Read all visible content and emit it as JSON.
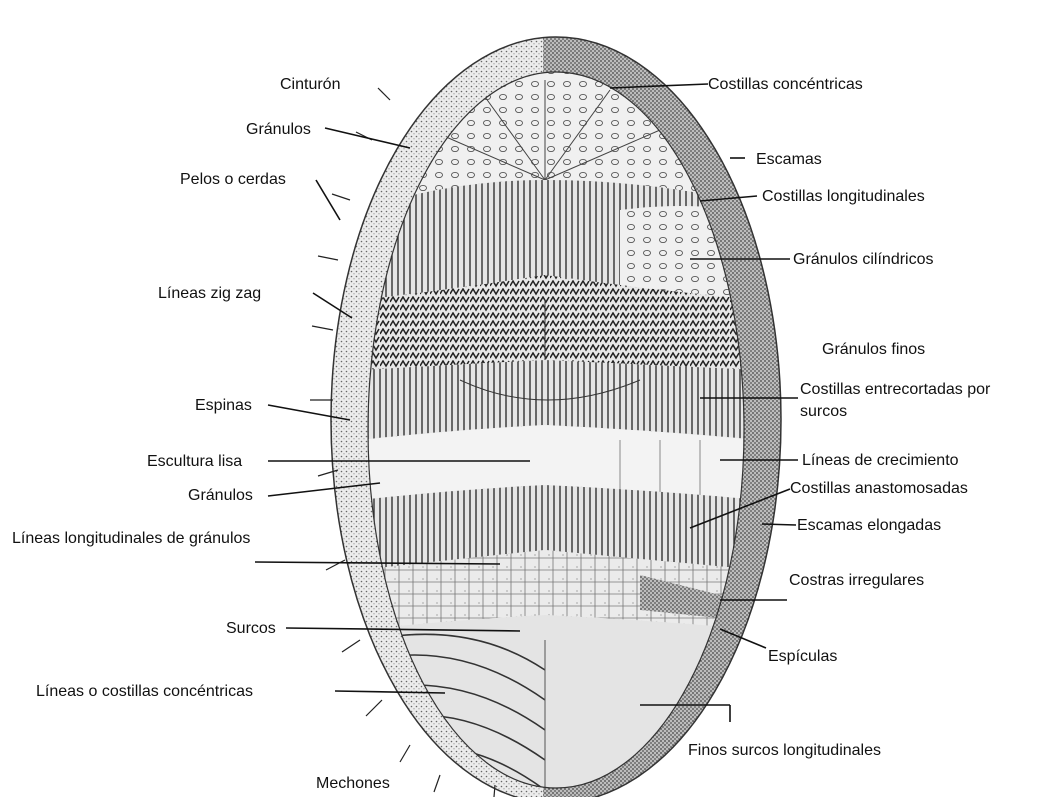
{
  "labels": {
    "cinturon": "Cinturón",
    "granulos_top": "Gránulos",
    "pelos_cerdas": "Pelos o cerdas",
    "lineas_zig_zag": "Líneas zig zag",
    "espinas": "Espinas",
    "escultura_lisa": "Escultura lisa",
    "granulos_mid": "Gránulos",
    "lineas_longitudinales_granulos": "Líneas longitudinales de gránulos",
    "surcos": "Surcos",
    "lineas_costillas_concentricas": "Líneas o costillas concéntricas",
    "mechones": "Mechones",
    "costillas_concentricas": "Costillas concéntricas",
    "escamas": "Escamas",
    "costillas_longitudinales": "Costillas longitudinales",
    "granulos_cilindricos": "Gránulos cilíndricos",
    "granulos_finos": "Gránulos finos",
    "costillas_entrecortadas_1": "Costillas entrecortadas por",
    "costillas_entrecortadas_2": "surcos",
    "lineas_crecimiento": "Líneas de crecimiento",
    "costillas_anastomosadas": "Costillas anastomosadas",
    "escamas_elongadas": "Escamas elongadas",
    "costras_irregulares": "Costras irregulares",
    "espiculas": "Espículas",
    "finos_surcos_longitudinales": "Finos surcos longitudinales"
  },
  "colors": {
    "ink": "#111111",
    "stipple": "#555555",
    "girdle_left": "#d9d9d9",
    "girdle_right": "#9a9a9a",
    "plate_light": "#ececec",
    "plate_mid": "#cfcfcf"
  }
}
